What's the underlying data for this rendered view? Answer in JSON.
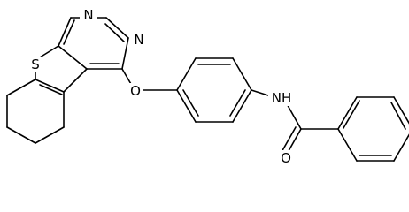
{
  "atoms": {
    "sulfur": "S",
    "nitrogen_top": "N",
    "nitrogen_right": "N",
    "oxygen_ether": "O",
    "amide_nitrogen_h": "NH",
    "carbonyl_oxygen": "O"
  }
}
